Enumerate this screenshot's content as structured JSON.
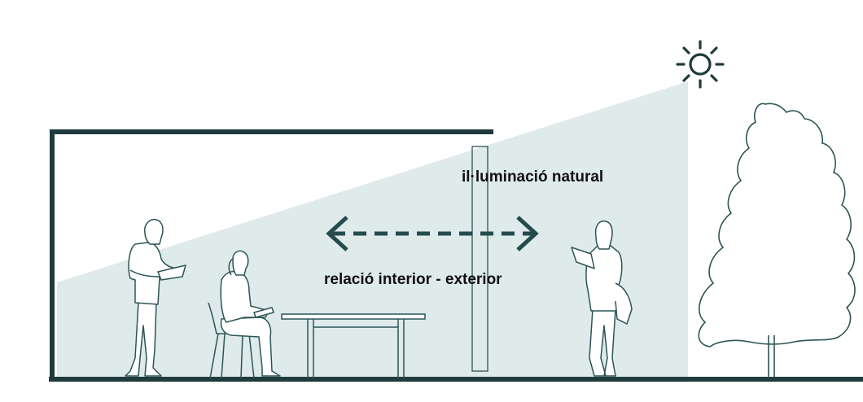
{
  "labels": {
    "natural_light": "il·luminació natural",
    "interior_exterior_relation": "relació interior - exterior"
  },
  "colors": {
    "structure": "#1f3b3c",
    "light_fill": "#dfeaea",
    "outline": "#2c5556",
    "arrow": "#254b4c",
    "text": "#111111"
  },
  "icons": {
    "sun": "sun-icon",
    "arrow": "double-headed-dashed-arrow"
  }
}
